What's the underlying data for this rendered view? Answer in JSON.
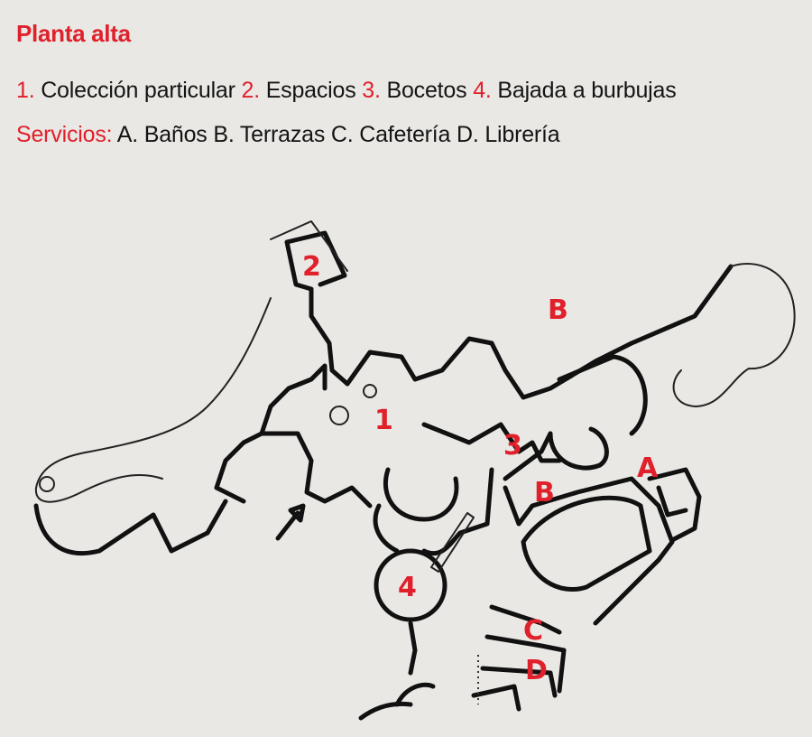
{
  "header": {
    "title": "Planta alta"
  },
  "legend": {
    "line1": [
      {
        "num": "1.",
        "text": "Colección particular"
      },
      {
        "num": "2.",
        "text": "Espacios"
      },
      {
        "num": "3.",
        "text": "Bocetos"
      },
      {
        "num": "4.",
        "text": "Bajada a burbujas"
      }
    ],
    "line2": {
      "heading": "Servicios:",
      "text": "A. Baños B. Terrazas C. Cafetería D. Librería"
    }
  },
  "plan": {
    "labels": {
      "room1": "1",
      "room2": "2",
      "room3": "3",
      "room4": "4",
      "terrace_top": "B",
      "terrace_mid": "B",
      "banos": "A",
      "cafeteria": "C",
      "libreria": "D"
    },
    "label_color": "#e0202b",
    "wall_color": "#111111"
  }
}
